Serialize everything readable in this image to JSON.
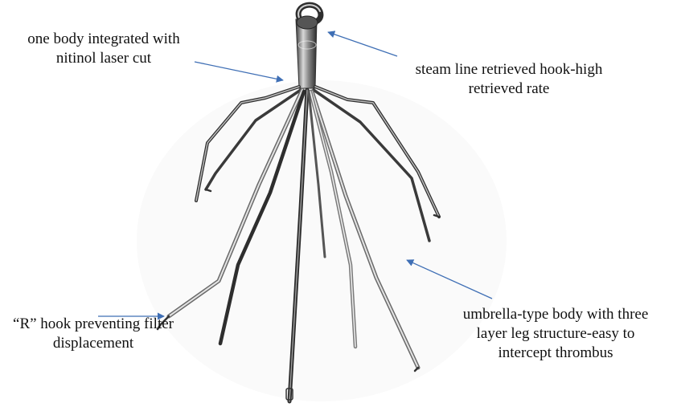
{
  "figure": {
    "subject": "retrievable vena cava filter",
    "colors": {
      "arrow": "#3f6fb5",
      "metal_dark": "#2e2e2e",
      "metal_mid": "#7a7a7a",
      "metal_light": "#cfcfcf",
      "text": "#111111"
    }
  },
  "annotations": [
    {
      "id": "integrated-body",
      "lines": [
        "one body integrated with",
        "nitinol laser cut"
      ]
    },
    {
      "id": "retrieval-hook",
      "lines": [
        "steam line retrieved hook-high",
        "retrieved rate"
      ]
    },
    {
      "id": "r-hook",
      "lines": [
        "“R” hook preventing filter",
        "displacement"
      ]
    },
    {
      "id": "umbrella-body",
      "lines": [
        "umbrella-type body with three",
        "layer leg structure-easy to",
        "intercept thrombus"
      ]
    }
  ]
}
